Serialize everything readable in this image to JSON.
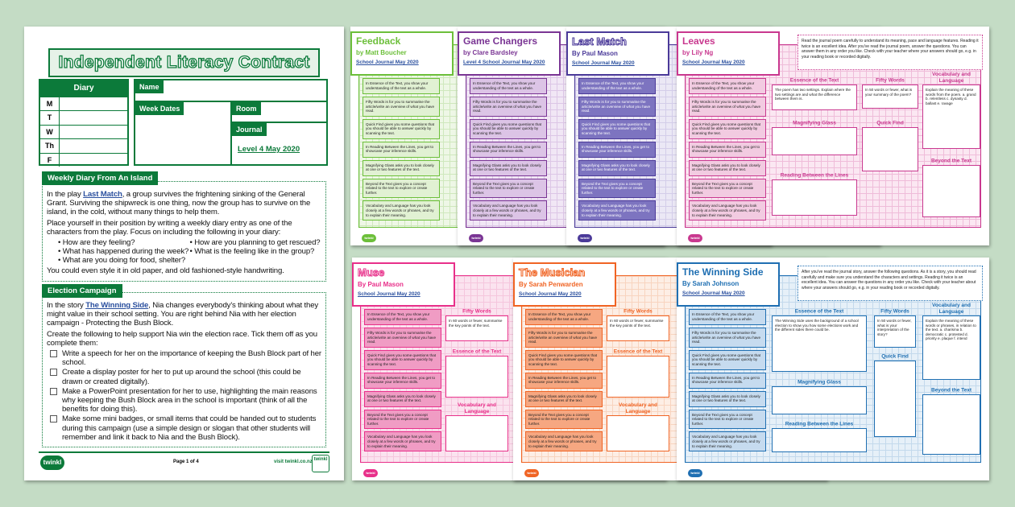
{
  "main": {
    "title": "Independent Literacy Contract",
    "diary": {
      "header": "Diary",
      "days": [
        "M",
        "T",
        "W",
        "Th",
        "F"
      ]
    },
    "labels": {
      "name": "Name",
      "week_dates": "Week Dates",
      "room": "Room",
      "journal": "Journal"
    },
    "journal_value": "Level 4 May 2020",
    "weekly": {
      "heading": "Weekly Diary From An Island",
      "p1_pre": "In the play ",
      "p1_link": "Last Match",
      "p1_post": ", a group survives the frightening sinking of the General Grant. Surviving the shipwreck is one thing, now the group has to survive on the island, in the cold, without many things to help them.",
      "p2": "Place yourself in their position by writing a weekly diary entry as one of the characters from the play. Focus on including the following in your diary:",
      "bullets": [
        "How are they feeling?",
        "How are you planning to get rescued?",
        "What has happened during the week?",
        "What is the feeling like in the group?",
        "What are you doing for food, shelter?"
      ],
      "p3": "You could even style it in old paper, and old fashioned-style handwriting."
    },
    "election": {
      "heading": "Election Campaign",
      "p1_pre": "In the story ",
      "p1_link": "The Winning Side",
      "p1_post": ", Nia changes everybody's thinking about what they might value in their school setting. You are right behind Nia with her election campaign - Protecting the Bush Block.",
      "p2": "Create the following to help support Nia win the election race. Tick them off as you complete them:",
      "tasks": [
        "Write a speech for her on the importance of keeping the Bush Block part of her school.",
        "Create a display poster for her to put up around the school (this could be drawn or created digitally).",
        "Make a PowerPoint presentation for her to use, highlighting the main reasons why keeping the Bush Block area in the school is important (think of all the benefits for doing this).",
        "Make some mini badges, or small items that could be handed out to students during this campaign (use a simple design or slogan that other students will remember and link it back to Nia and the Bush Block)."
      ]
    },
    "footer": {
      "logo": "twinkl",
      "page": "Page 1 of 4",
      "site": "visit twinkl.co.nz",
      "badge": "twinkl"
    }
  },
  "left_boxes": [
    "In Essence of the Text, you show your understanding of the text as a whole.",
    "Fifty Words is for you to summarise the article/write an overview of what you have read.",
    "Quick Find gives you some questions that you should be able to answer quickly by scanning the text.",
    "In Reading Between the Lines, you get to showcase your inference skills.",
    "Magnifying Glass asks you to look closely at one or two features of the text.",
    "Beyond the Text gives you a concept related to the text to explore or create further.",
    "Vocabulary and Language has you look closely at a few words or phrases, and try to explain their meaning."
  ],
  "sheets": [
    {
      "title": "Feedback",
      "author": "by Matt Boucher",
      "journal": "School Journal May 2020",
      "color": "#6cbf3a",
      "bg": "#eef7e6",
      "line": "#cfe8bd",
      "box": "#e1f1d3"
    },
    {
      "title": "Game Changers",
      "author": "by Clare Bardsley",
      "journal": "Level 4 School Journal May 2020",
      "color": "#7a3594",
      "bg": "#f1e7f5",
      "line": "#dcc6e6",
      "box": "#dcc4e6"
    },
    {
      "title": "Last Match",
      "author": "By Paul Mason",
      "journal": "School Journal May 2020",
      "color": "#4b3a99",
      "bg": "#ebe8f5",
      "line": "#d3cde9",
      "box": "#7d74c0",
      "outline": true
    },
    {
      "title": "Leaves",
      "author": "by Lily Ng",
      "journal": "School Journal May 2020",
      "color": "#c9388f",
      "bg": "#fbe7f2",
      "line": "#efbcd9",
      "box": "#f2cbe1",
      "intro": "Read the journal poem carefully to understand its meaning, pace and language features. Reading it twice is an excellent idea. After you've read the journal poem, answer the questions. You can answer them in any order you like. Check with your teacher where your answers should go, e.g. in your reading book or recorded digitally.",
      "sections": [
        {
          "title": "Essence of the Text",
          "text": "The poem has two settings. Explain where the two settings are and what the difference between them is."
        },
        {
          "title": "Fifty Words",
          "text": "In 50 words or fewer, what is your summary of the poem?"
        },
        {
          "title": "Vocabulary and Language",
          "text": "Explain the meaning of these words from the poem. a. grand b. relentless c. dynasty d. ballast e. ravage"
        },
        {
          "title": "Magnifying Glass",
          "text": ""
        },
        {
          "title": "Quick Find",
          "text": ""
        },
        {
          "title": "Reading Between the Lines",
          "text": ""
        },
        {
          "title": "Beyond the Text",
          "text": ""
        }
      ]
    },
    {
      "title": "Muse",
      "author": "By Paul Mason",
      "journal": "School Journal May 2020",
      "color": "#e8308a",
      "bg": "#fbe3ef",
      "line": "#f5c6dd",
      "box": "#f09cc4",
      "outline": true,
      "sections": [
        {
          "title": "Fifty Words",
          "text": "In 60 words or fewer, summarise the key points of the text."
        },
        {
          "title": "Essence of the Text",
          "text": ""
        },
        {
          "title": "Vocabulary and Language",
          "text": ""
        }
      ]
    },
    {
      "title": "The Musician",
      "author": "By Sarah Penwarden",
      "journal": "School Journal May 2020",
      "color": "#f06424",
      "bg": "#fdeee5",
      "line": "#f8d4bf",
      "box": "#f6a781",
      "outline": true,
      "sections": [
        {
          "title": "Fifty Words",
          "text": "In 60 words or fewer, summarise the key points of the text."
        },
        {
          "title": "Essence of the Text",
          "text": ""
        },
        {
          "title": "Vocabulary and Language",
          "text": ""
        }
      ]
    },
    {
      "title": "The Winning Side",
      "author": "By Sarah Johnson",
      "journal": "School Journal May 2020",
      "color": "#1f6fb2",
      "bg": "#e6f0f8",
      "line": "#c3d9ec",
      "box": "#c6dbef",
      "intro": "After you've read the journal story, answer the following questions. As it is a story, you should read carefully and make sure you understand the characters and settings. Reading it twice is an excellent idea. You can answer the questions in any order you like. Check with your teacher about where your answers should go, e.g. in your reading book or recorded digitally.",
      "sections": [
        {
          "title": "Essence of the Text",
          "text": "The Winning Side uses the background of a school election to show you how some elections work and the different sides there could be."
        },
        {
          "title": "Fifty Words",
          "text": "In 50 words or fewer, what is your interpretation of the story?"
        },
        {
          "title": "Vocabulary and Language",
          "text": "Explain the meaning of these words or phrases, in relation to the text. a. charisma b. democratic c. protested d. priority e. plaque f. intend"
        },
        {
          "title": "Magnifying Glass",
          "text": ""
        },
        {
          "title": "Quick Find",
          "text": ""
        },
        {
          "title": "Reading Between the Lines",
          "text": ""
        },
        {
          "title": "Beyond the Text",
          "text": ""
        }
      ]
    }
  ]
}
